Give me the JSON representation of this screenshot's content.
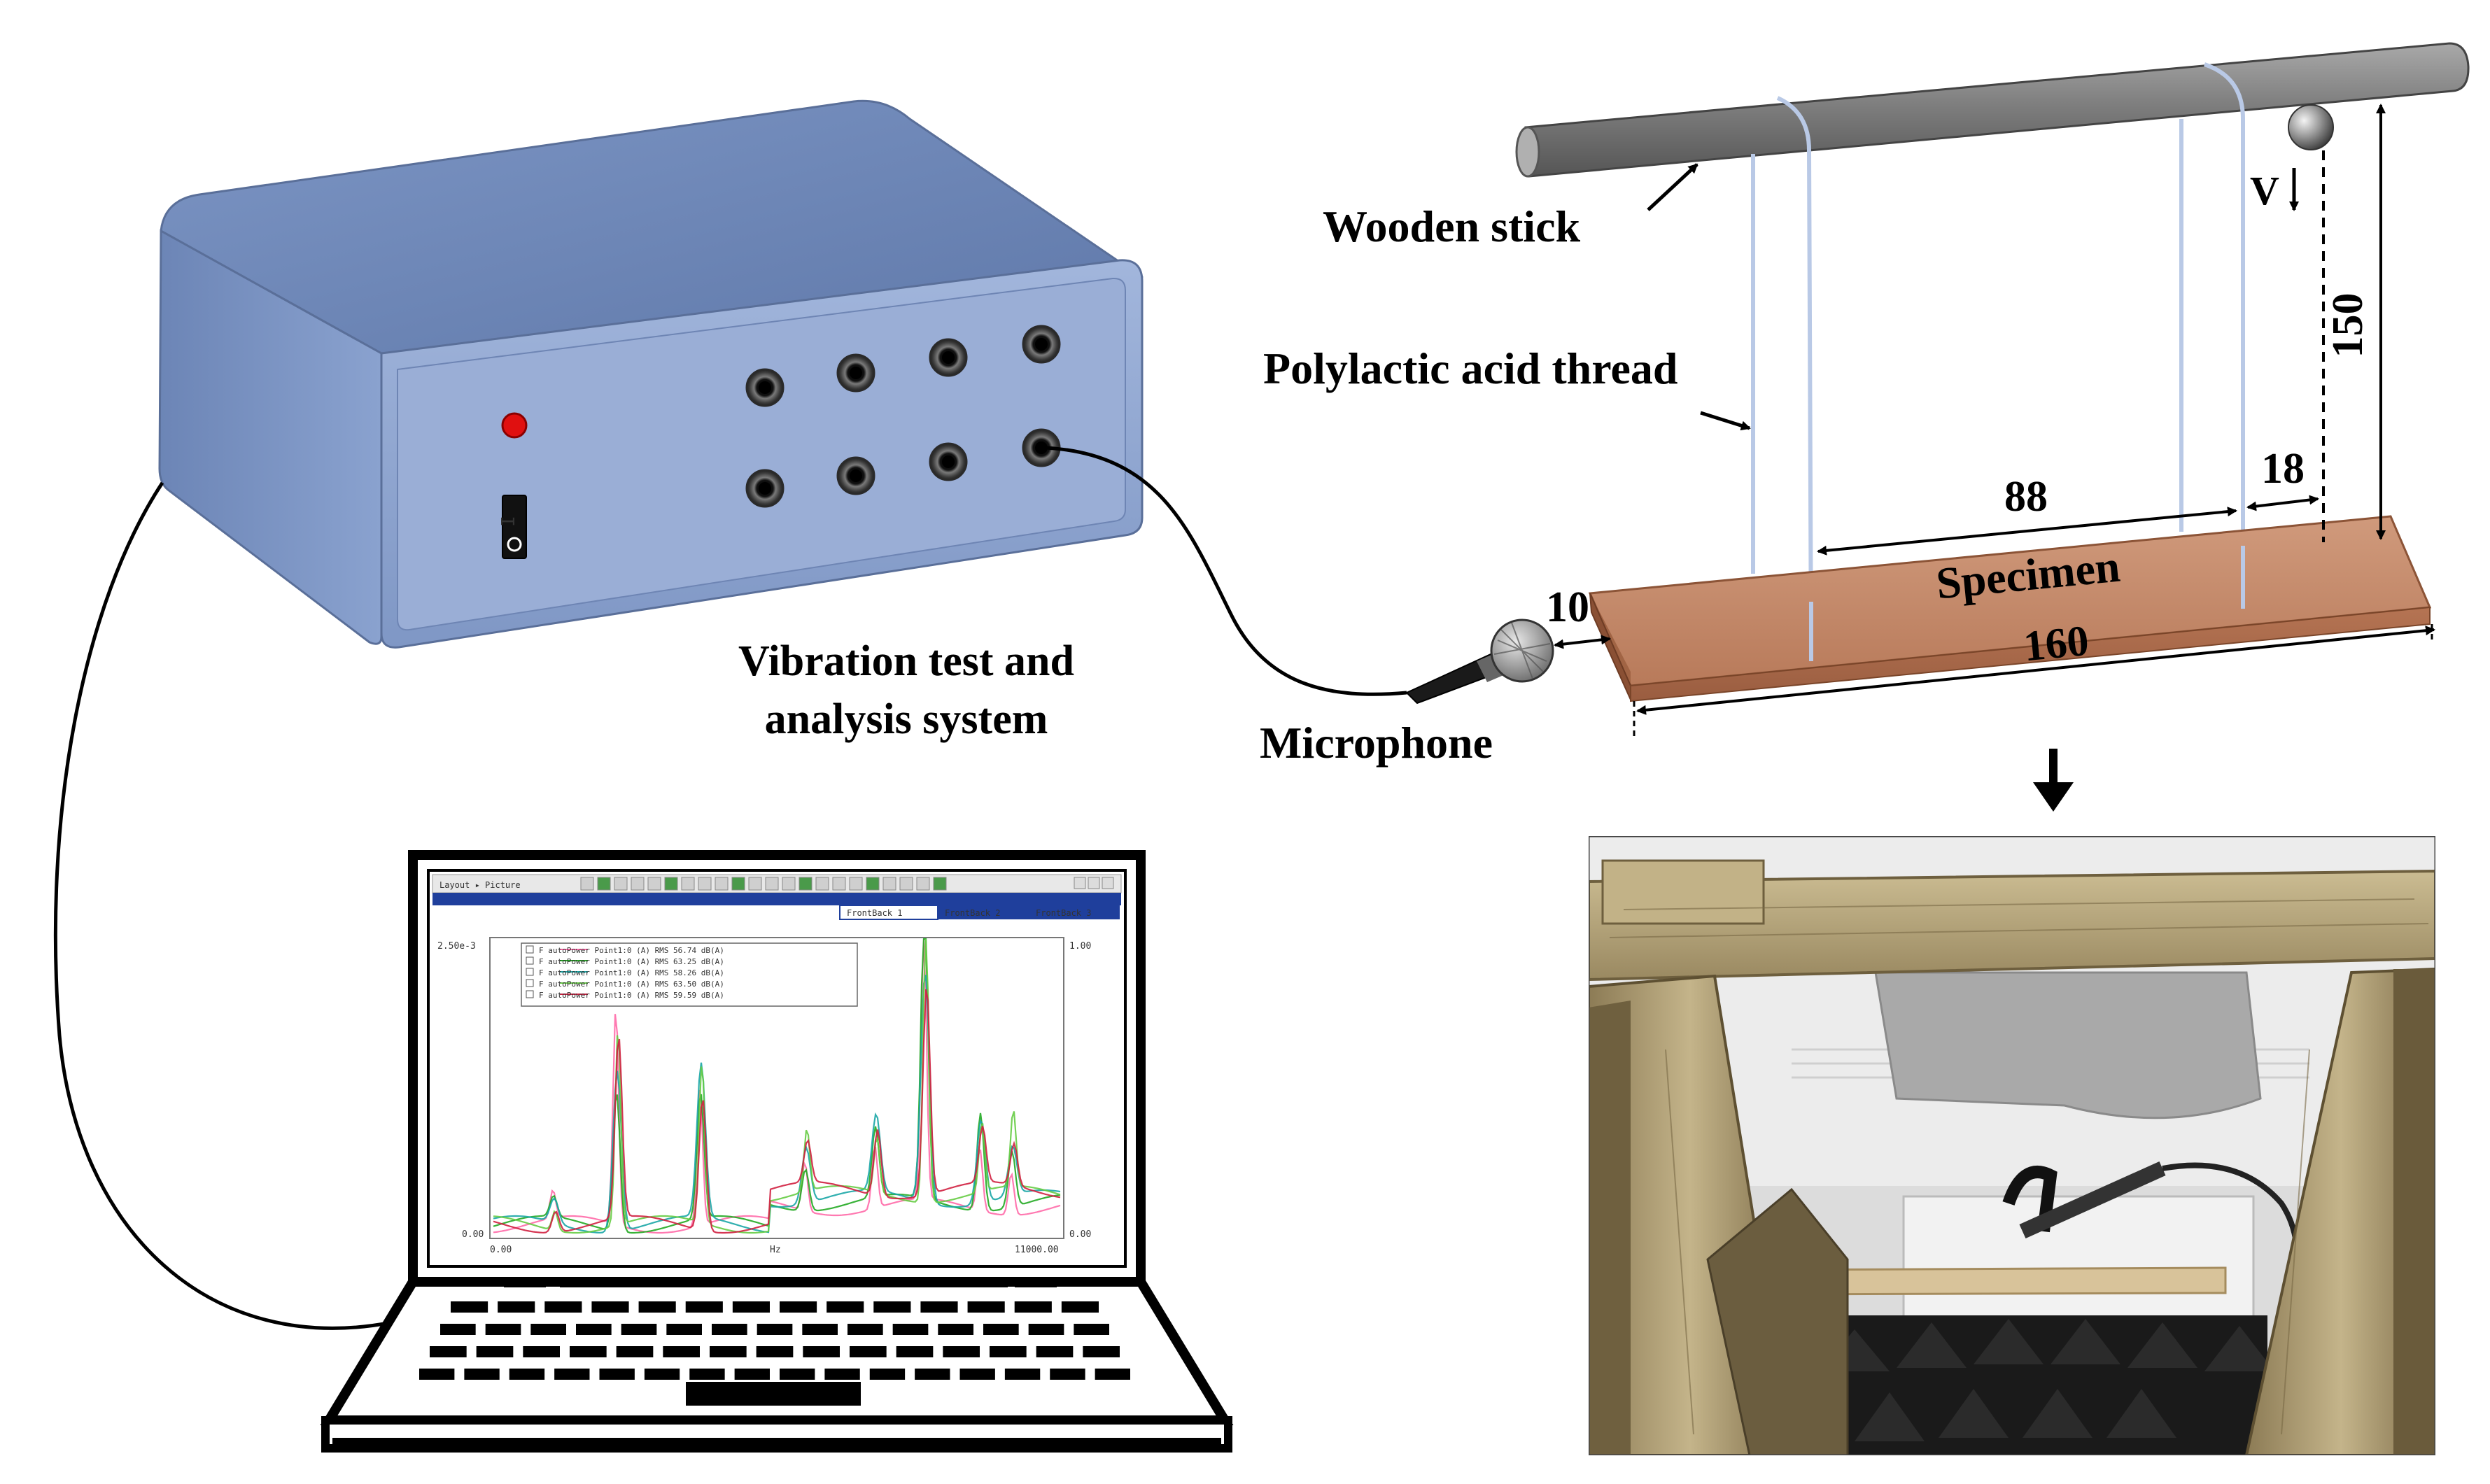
{
  "labels": {
    "wooden_stick": "Wooden stick",
    "polylactic_thread": "Polylactic acid thread",
    "vibration_system_line1": "Vibration test and",
    "vibration_system_line2": "analysis system",
    "microphone": "Microphone",
    "specimen": "Specimen",
    "impact_symbol": "V"
  },
  "dimensions": {
    "drop_height": "150",
    "offset_ball": "18",
    "thread_spacing": "88",
    "mic_distance": "10",
    "specimen_length": "160"
  },
  "analyzer_box": {
    "switch_text": "I O",
    "connector_count": 8
  },
  "software_window": {
    "tabs": [
      "FrontBack 1",
      "FrontBack 2",
      "FrontBack 3"
    ],
    "legend_rows": [
      "F   autoPower Point1:0 (A) RMS 56.74 dB(A)",
      "F   autoPower Point1:0 (A) RMS 63.25 dB(A)",
      "F   autoPower Point1:0 (A) RMS 58.26 dB(A)",
      "F   autoPower Point1:0 (A) RMS 63.50 dB(A)",
      "F   autoPower Point1:0 (A) RMS 59.59 dB(A)"
    ],
    "y_top": "2.50e-3",
    "y_bottom": "0.00",
    "x_left": "0.00",
    "x_right": "11000.00",
    "x_unit": "Hz",
    "right_top": "1.00",
    "right_bottom": "0.00"
  },
  "colors": {
    "box_face": "#7d96c6",
    "box_top": "#6f88b8",
    "specimen": "#b8795a",
    "stick": "#8a8a8a",
    "thread": "#b9c9e6",
    "screen_header": "#1f3f9c"
  }
}
